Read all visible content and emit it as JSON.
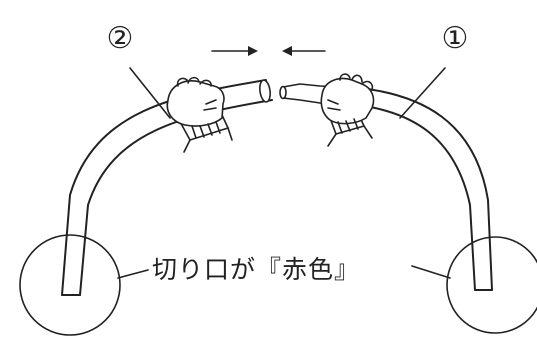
{
  "labels": {
    "left_number": "②",
    "right_number": "①",
    "cut_end": "切り口が『赤色』"
  },
  "colors": {
    "ink": "#222222",
    "background": "#ffffff"
  },
  "icons": {
    "hands": "gloved-hand-icon",
    "arrows": "arrow-icon"
  }
}
